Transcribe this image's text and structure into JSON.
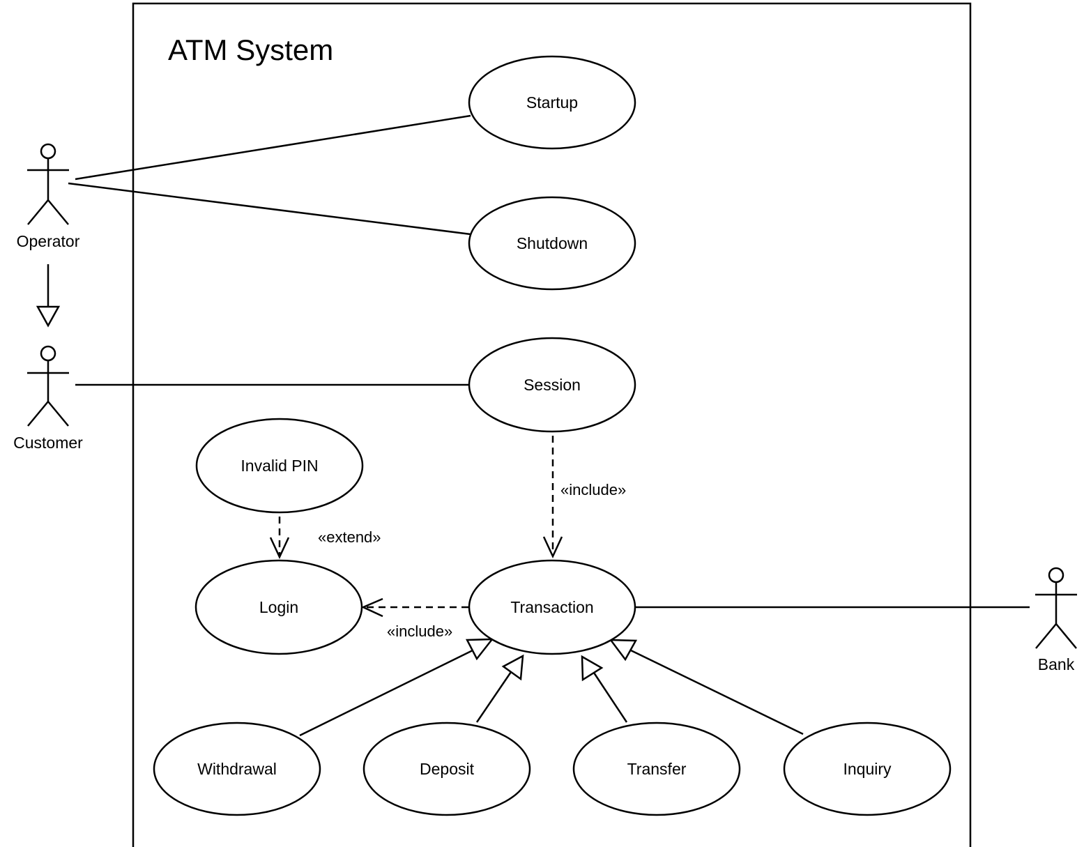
{
  "system": {
    "title": "ATM System"
  },
  "actors": {
    "operator": "Operator",
    "customer": "Customer",
    "bank": "Bank"
  },
  "use_cases": {
    "startup": "Startup",
    "shutdown": "Shutdown",
    "session": "Session",
    "invalid_pin": "Invalid PIN",
    "login": "Login",
    "transaction": "Transaction",
    "withdrawal": "Withdrawal",
    "deposit": "Deposit",
    "transfer": "Transfer",
    "inquiry": "Inquiry"
  },
  "stereotypes": {
    "session_include": "«include»",
    "invalid_pin_extend": "«extend»",
    "transaction_include": "«include»"
  },
  "colors": {
    "stroke": "#000000",
    "background": "#ffffff"
  }
}
